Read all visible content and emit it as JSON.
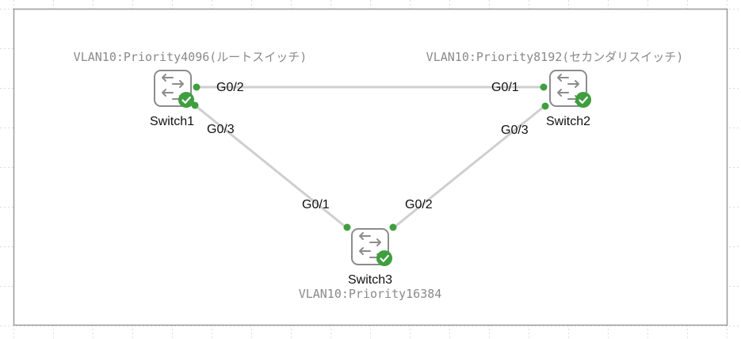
{
  "diagram": {
    "type": "network-topology",
    "colors": {
      "port_status": "#3f9e3f",
      "link": "#cfcfcf",
      "device_outline": "#8c8c8c",
      "note_text": "#8a8a8a",
      "frame": "#9a9a9a",
      "grid": "#dcdcdc"
    },
    "devices": [
      {
        "id": "sw1",
        "name": "Switch1",
        "icon": "switch-icon",
        "status": "ok",
        "status_icon": "check-circle-icon",
        "note": "VLAN10:Priority4096(ルートスイッチ)"
      },
      {
        "id": "sw2",
        "name": "Switch2",
        "icon": "switch-icon",
        "status": "ok",
        "status_icon": "check-circle-icon",
        "note": "VLAN10:Priority8192(セカンダリスイッチ)"
      },
      {
        "id": "sw3",
        "name": "Switch3",
        "icon": "switch-icon",
        "status": "ok",
        "status_icon": "check-circle-icon",
        "note": "VLAN10:Priority16384"
      }
    ],
    "links": [
      {
        "from": "sw1",
        "from_port": "G0/2",
        "to": "sw2",
        "to_port": "G0/1",
        "status": "up"
      },
      {
        "from": "sw1",
        "from_port": "G0/3",
        "to": "sw3",
        "to_port": "G0/1",
        "status": "up"
      },
      {
        "from": "sw2",
        "from_port": "G0/3",
        "to": "sw3",
        "to_port": "G0/2",
        "status": "up"
      }
    ]
  }
}
